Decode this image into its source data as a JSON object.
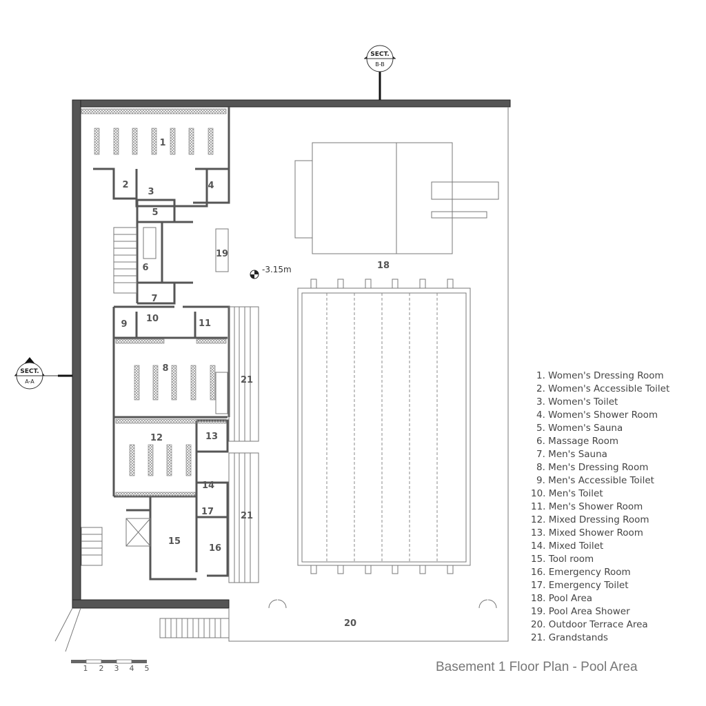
{
  "title": "Basement 1 Floor Plan - Pool Area",
  "section_markers": [
    {
      "top": "SECT.",
      "bottom": "B-B"
    },
    {
      "top": "SECT.",
      "bottom": "A-A"
    }
  ],
  "elevation": "-3.15m",
  "room_numbers": [
    "1",
    "2",
    "3",
    "4",
    "5",
    "6",
    "7",
    "8",
    "9",
    "10",
    "11",
    "12",
    "13",
    "14",
    "15",
    "16",
    "17",
    "18",
    "19",
    "20",
    "21",
    "21"
  ],
  "legend": [
    "1. Women's Dressing Room",
    "2. Women's Accessible Toilet",
    "3. Women's Toilet",
    "4. Women's Shower Room",
    "5. Women's Sauna",
    "6. Massage Room",
    "7. Men's Sauna",
    "8. Men's Dressing Room",
    "9. Men's Accessible Toilet",
    "10. Men's Toilet",
    "11. Men's Shower Room",
    "12. Mixed Dressing Room",
    "13. Mixed Shower Room",
    "14. Mixed Toilet",
    "15. Tool room",
    "16. Emergency Room",
    "17. Emergency Toilet",
    "18. Pool Area",
    "19. Pool Area Shower",
    "20. Outdoor Terrace Area",
    "21. Grandstands"
  ],
  "scale_bar": [
    "1",
    "2",
    "3",
    "4",
    "5"
  ]
}
